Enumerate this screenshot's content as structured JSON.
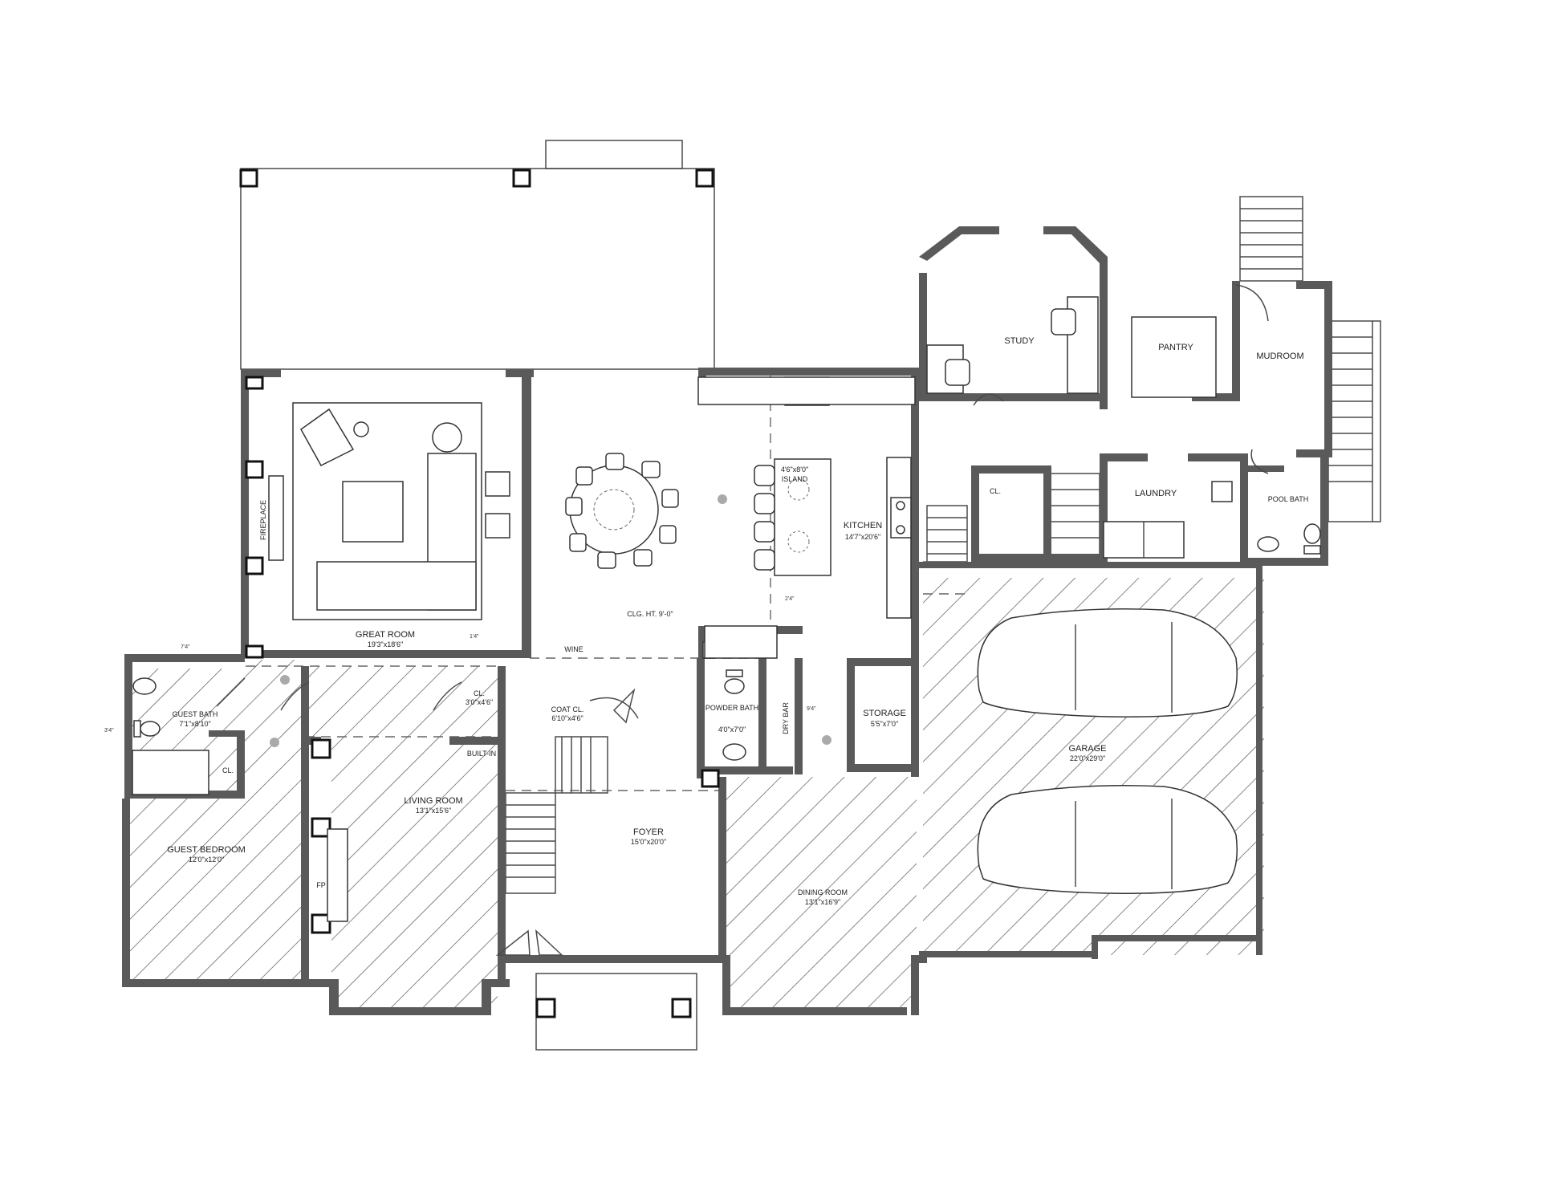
{
  "rooms": {
    "great_room": {
      "name": "GREAT ROOM",
      "size": "19'3\"x18'6\""
    },
    "kitchen": {
      "name": "KITCHEN",
      "size": "14'7\"x20'6\""
    },
    "island": {
      "name": "ISLAND",
      "size": "4'6\"x8'0\""
    },
    "ceiling": {
      "name": "CLG. HT. 9'-0\""
    },
    "wine": {
      "name": "WINE"
    },
    "study": {
      "name": "STUDY"
    },
    "pantry": {
      "name": "PANTRY"
    },
    "mudroom": {
      "name": "MUDROOM"
    },
    "laundry": {
      "name": "LAUNDRY"
    },
    "pool_bath": {
      "name": "POOL BATH"
    },
    "closet_upper": {
      "name": "CL."
    },
    "guest_bath": {
      "name": "GUEST BATH",
      "size": "7'1\"x8'10\""
    },
    "guest_closet": {
      "name": "CL."
    },
    "guest_bedroom": {
      "name": "GUEST BEDROOM",
      "size": "12'0\"x12'0\""
    },
    "closet_hall": {
      "name": "CL.",
      "size": "3'0\"x4'6\""
    },
    "coat_closet": {
      "name": "COAT CL.",
      "size": "6'10\"x4'6\""
    },
    "built_in": {
      "name": "BUILT-IN"
    },
    "living_room": {
      "name": "LIVING ROOM",
      "size": "13'1\"x15'6\""
    },
    "fp": {
      "name": "FP"
    },
    "fireplace": {
      "name": "FIREPLACE"
    },
    "foyer": {
      "name": "FOYER",
      "size": "15'0\"x20'0\""
    },
    "powder_bath": {
      "name": "POWDER BATH",
      "size": "4'0\"x7'0\""
    },
    "dry_bar": {
      "name": "DRY BAR"
    },
    "storage": {
      "name": "STORAGE",
      "size": "5'5\"x7'0\""
    },
    "dining_room": {
      "name": "DINING ROOM",
      "size": "13'1\"x16'9\""
    },
    "garage": {
      "name": "GARAGE",
      "size": "22'0\"x29'0\""
    }
  },
  "dims": {
    "d1": "7'4\"",
    "d2": "3'4\"",
    "d3": "2'4\"",
    "d4": "9'4\"",
    "d5": "1'4\""
  }
}
